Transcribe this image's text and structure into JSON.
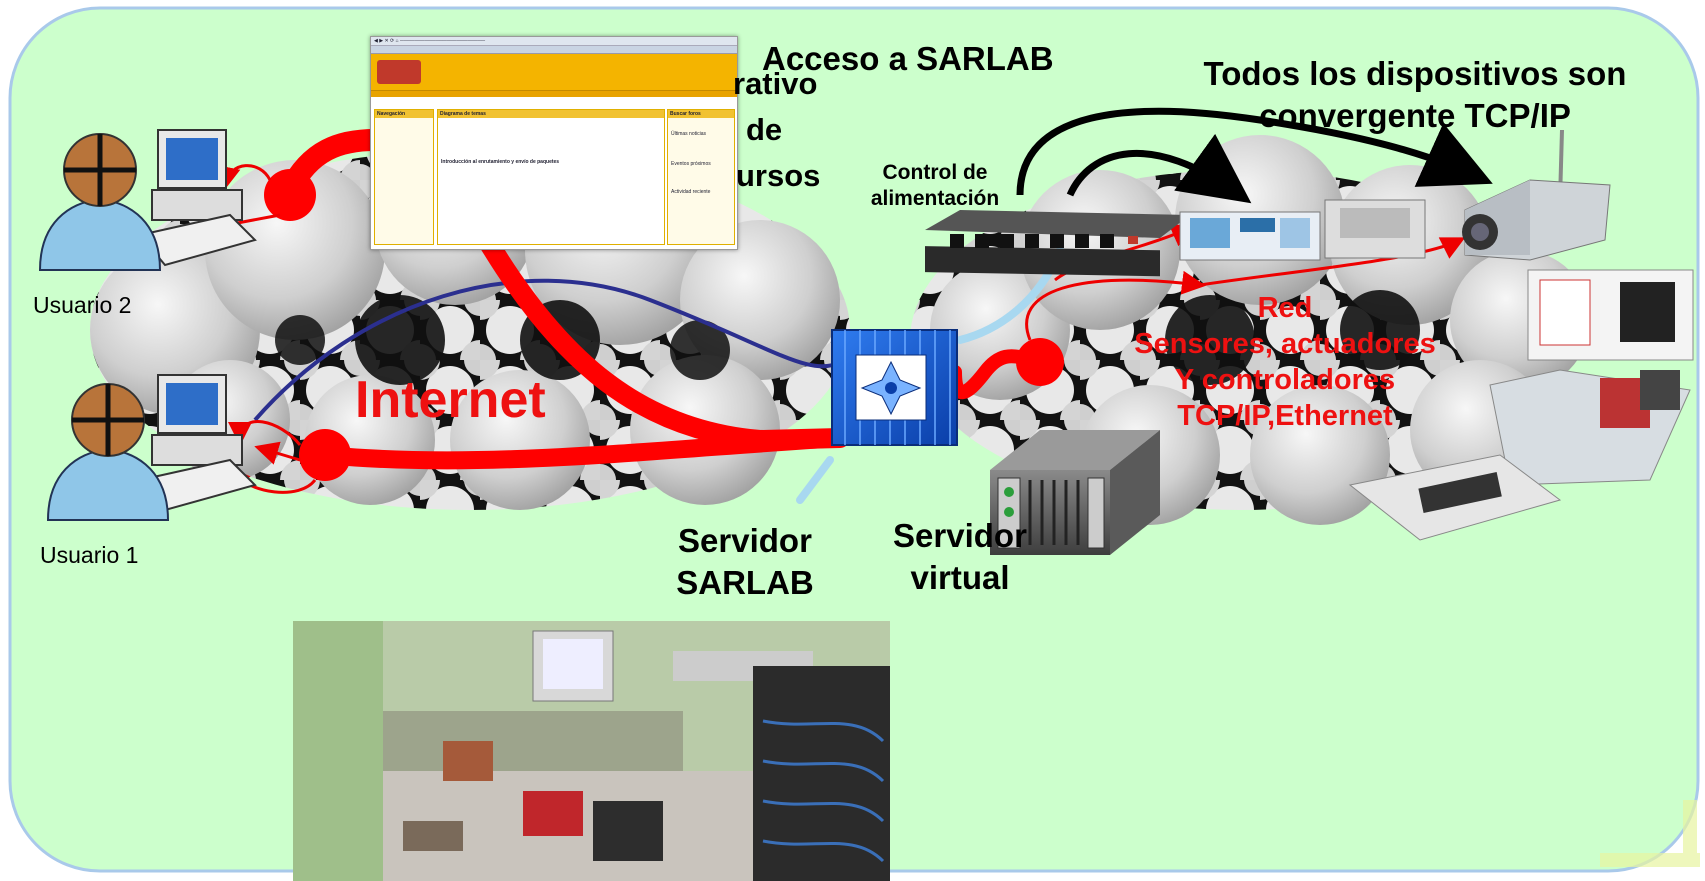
{
  "labels": {
    "acceso": "Acceso a SARLAB",
    "colaborativo": "rativo",
    "de": "de",
    "recursos": "ursos",
    "todos_line1": "Todos los dispositivos son",
    "todos_line2": "convergente TCP/IP",
    "control_line1": "Control de",
    "control_line2": "alimentación",
    "usuario2": "Usuario 2",
    "usuario1": "Usuario 1",
    "internet": "Internet",
    "red_line1": "Red",
    "red_line2": "Sensores, actuadores",
    "red_line3": "Y controladores",
    "red_line4": "TCP/IP,Ethernet",
    "servidor_sarlab_line1": "Servidor",
    "servidor_sarlab_line2": "SARLAB",
    "servidor_virtual_line1": "Servidor",
    "servidor_virtual_line2": "virtual"
  },
  "lms": {
    "nav_title": "Navegación",
    "main_title": "Diagrama de temas",
    "search_title": "Buscar foros",
    "news_title": "Últimas noticias",
    "events_title": "Eventos próximos",
    "activity_title": "Actividad reciente",
    "topic": "Introducción al enrutamiento y envío de paquetes"
  },
  "colors": {
    "background_panel": "#ccffcc",
    "panel_border": "#a9c9ea",
    "connection_red": "#ff0000",
    "connection_blue": "#2b2f8f",
    "label_red": "#ee1111"
  },
  "icons": {
    "user": "user-avatar-icon",
    "computer": "desktop-computer-icon",
    "firewall": "firewall-server-icon",
    "rack_server": "rack-server-icon",
    "power_strip": "power-strip-icon",
    "ip_camera": "ip-camera-icon",
    "cloud": "network-cloud-icon"
  }
}
